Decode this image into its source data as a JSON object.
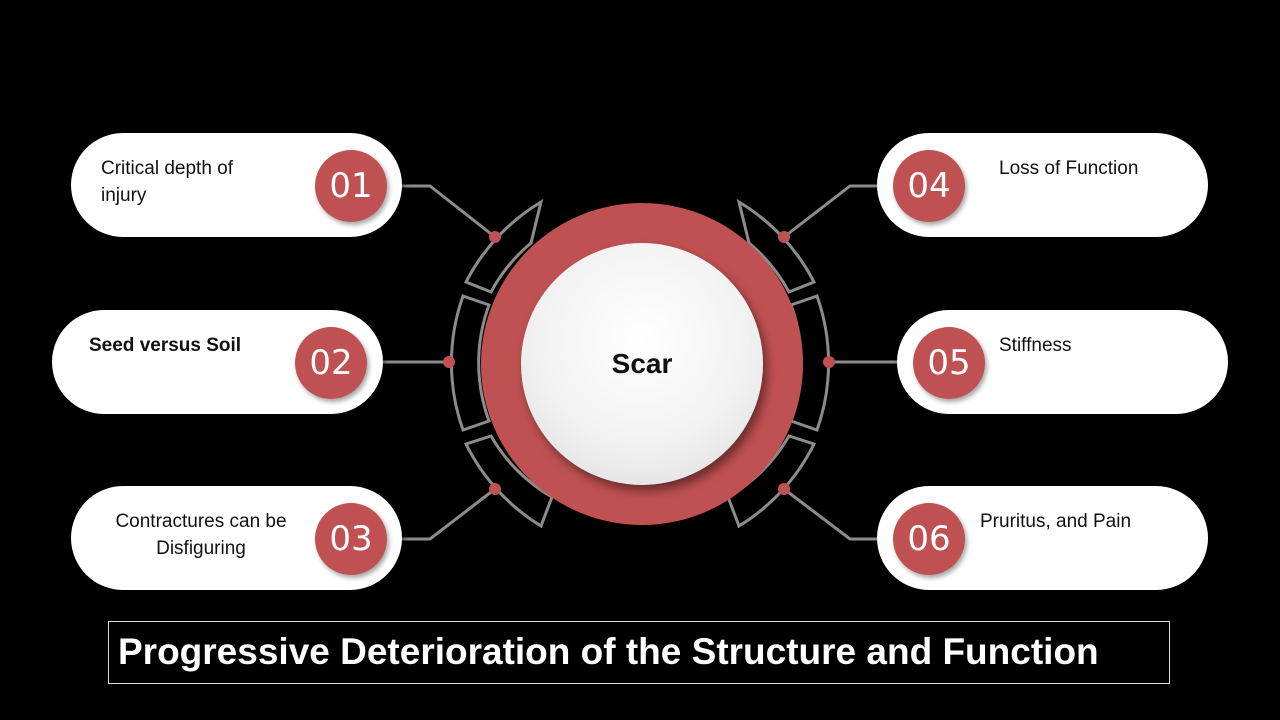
{
  "center": {
    "label": "Scar"
  },
  "items": [
    {
      "number": "01",
      "text": "Critical depth of injury"
    },
    {
      "number": "02",
      "text": "Seed versus Soil"
    },
    {
      "number": "03",
      "text": "Contractures can be Disfiguring"
    },
    {
      "number": "04",
      "text": "Loss of Function"
    },
    {
      "number": "05",
      "text": "Stiffness"
    },
    {
      "number": "06",
      "text": "Pruritus, and Pain"
    }
  ],
  "title": "Progressive Deterioration of the Structure and Function",
  "colors": {
    "accent": "#c05152",
    "background": "#000000",
    "connector": "#8c8c8c"
  }
}
